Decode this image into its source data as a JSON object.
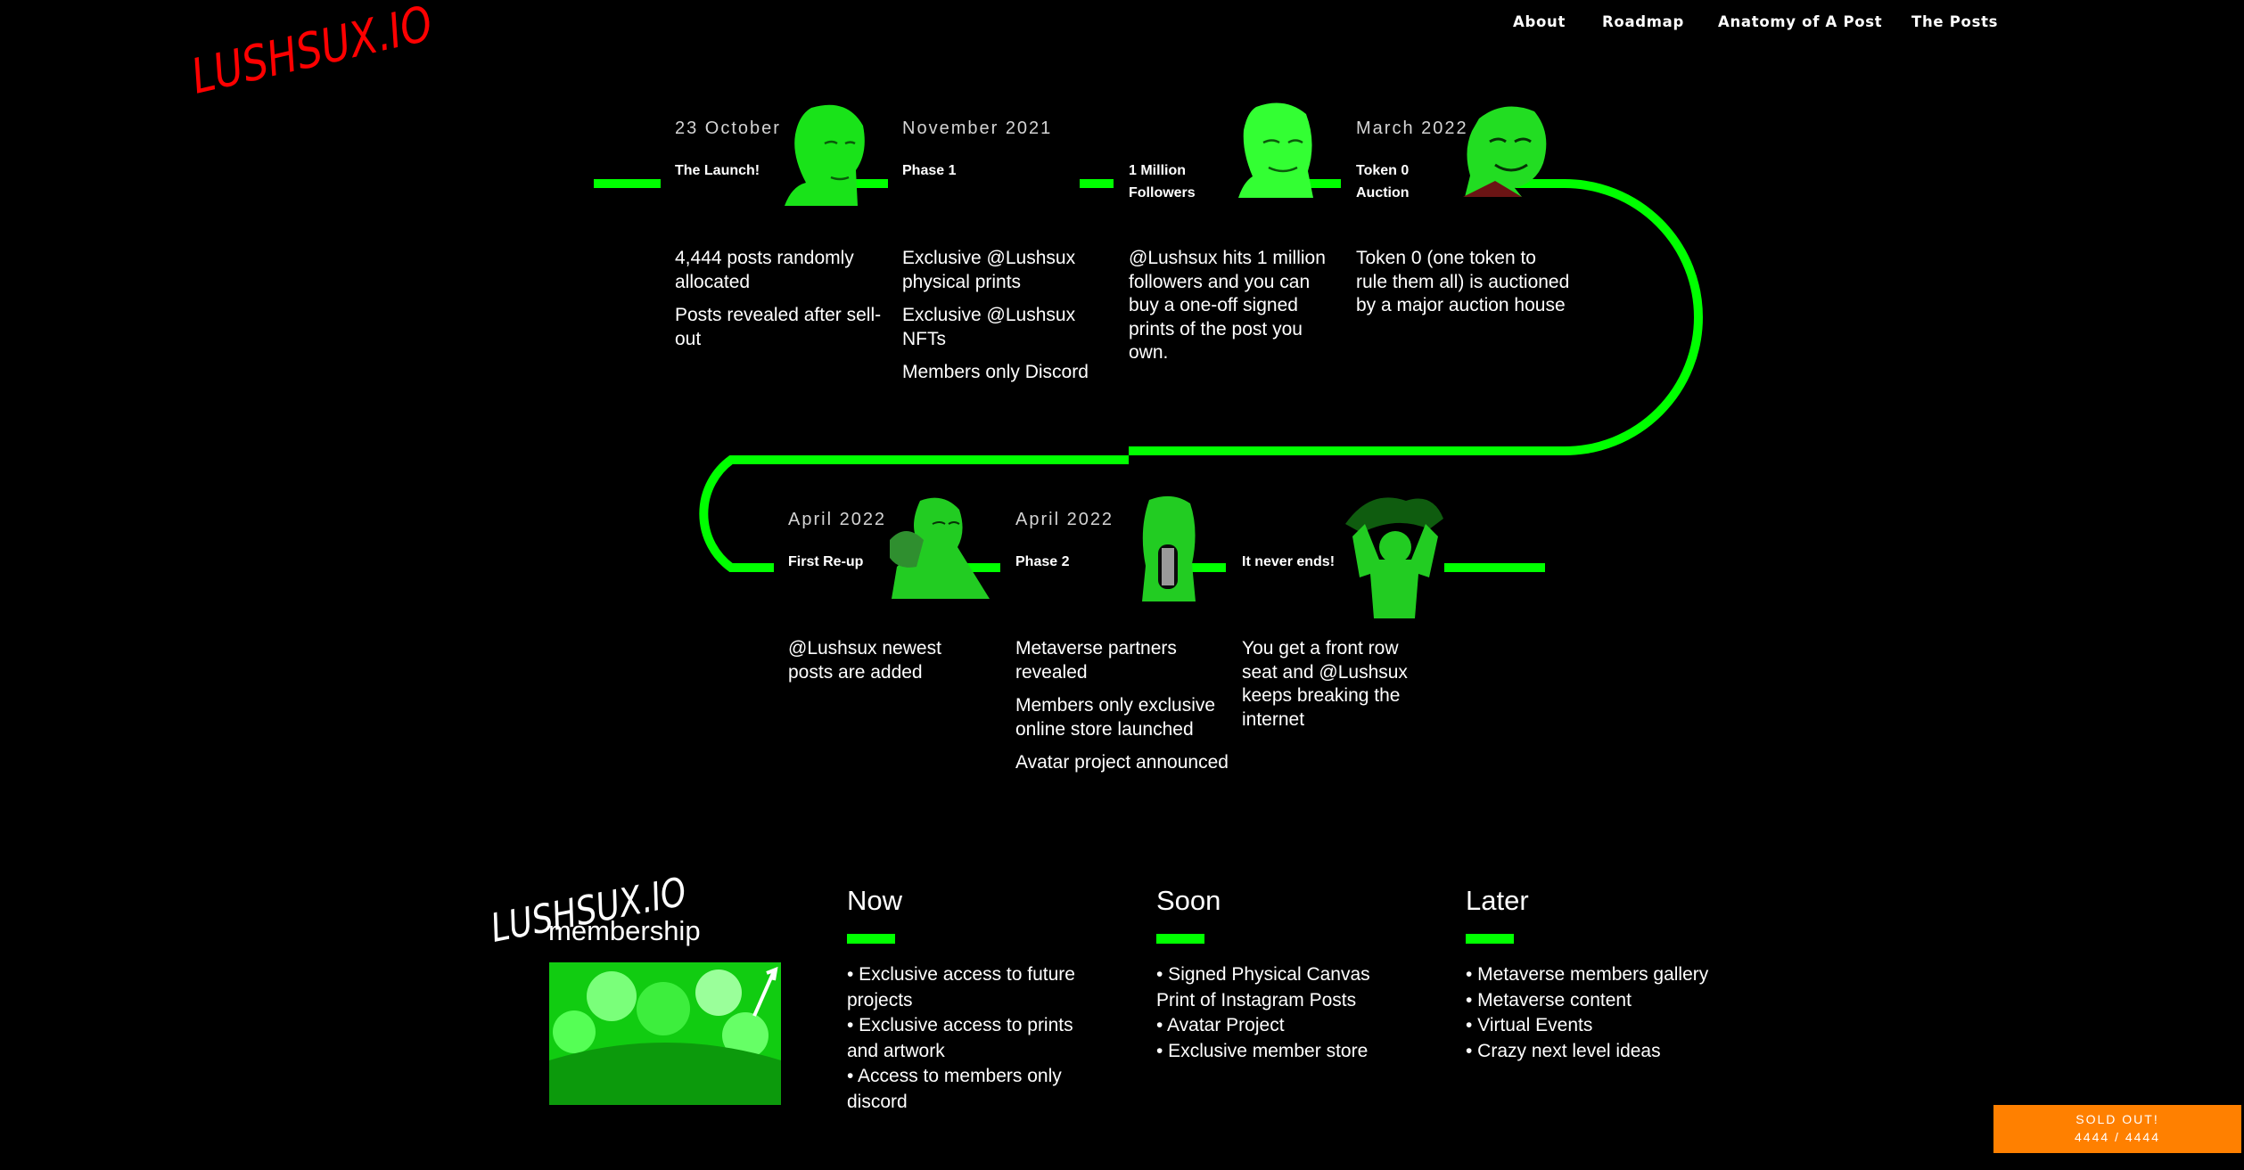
{
  "brand": {
    "logo_text": "LUSHSUX.IO"
  },
  "nav": {
    "items": [
      {
        "label": "About"
      },
      {
        "label": "Roadmap"
      },
      {
        "label": "Anatomy of A Post"
      },
      {
        "label": "The Posts"
      }
    ]
  },
  "roadmap": {
    "row1": [
      {
        "date": "23 October",
        "title": "The Launch!",
        "desc": [
          "4,444 posts randomly allocated",
          "Posts revealed after sell-out"
        ]
      },
      {
        "date": "November 2021",
        "title": "Phase 1",
        "desc": [
          "Exclusive @Lushsux physical prints",
          "Exclusive @Lushsux NFTs",
          "Members only Discord"
        ]
      },
      {
        "date": "",
        "title": "1 Million Followers",
        "desc": [
          "@Lushsux hits 1 million followers and you can buy a one-off signed prints of the post you own."
        ]
      },
      {
        "date": "March 2022",
        "title": "Token 0 Auction",
        "desc": [
          "Token 0 (one token to rule them all) is auctioned by a major auction house"
        ]
      }
    ],
    "row2": [
      {
        "date": "April 2022",
        "title": "First Re-up",
        "desc": [
          "@Lushsux newest posts are added"
        ]
      },
      {
        "date": "April 2022",
        "title": "Phase 2",
        "desc": [
          "Metaverse partners revealed",
          "Members only exclusive online store launched",
          "Avatar project announced"
        ]
      },
      {
        "date": "",
        "title": "It never ends!",
        "desc": [
          "You get a front row seat and @Lushsux keeps breaking the internet"
        ]
      }
    ]
  },
  "membership": {
    "logo_text": "LUSHSUX.IO",
    "label": "membership",
    "columns": [
      {
        "heading": "Now",
        "items": [
          "• Exclusive access to future projects",
          "• Exclusive access to prints and artwork",
          "• Access to members only discord"
        ]
      },
      {
        "heading": "Soon",
        "items": [
          "• Signed Physical Canvas Print of Instagram Posts",
          "• Avatar Project",
          "• Exclusive member store"
        ]
      },
      {
        "heading": "Later",
        "items": [
          "• Metaverse members gallery",
          "• Metaverse content",
          "• Virtual Events",
          "• Crazy next level ideas"
        ]
      }
    ]
  },
  "sold": {
    "line1": "SOLD OUT!",
    "line2": "4444 / 4444"
  },
  "colors": {
    "accent": "#00ff00",
    "logo": "#ff0000",
    "sold_bg": "#ff8000",
    "bg": "#000000"
  }
}
